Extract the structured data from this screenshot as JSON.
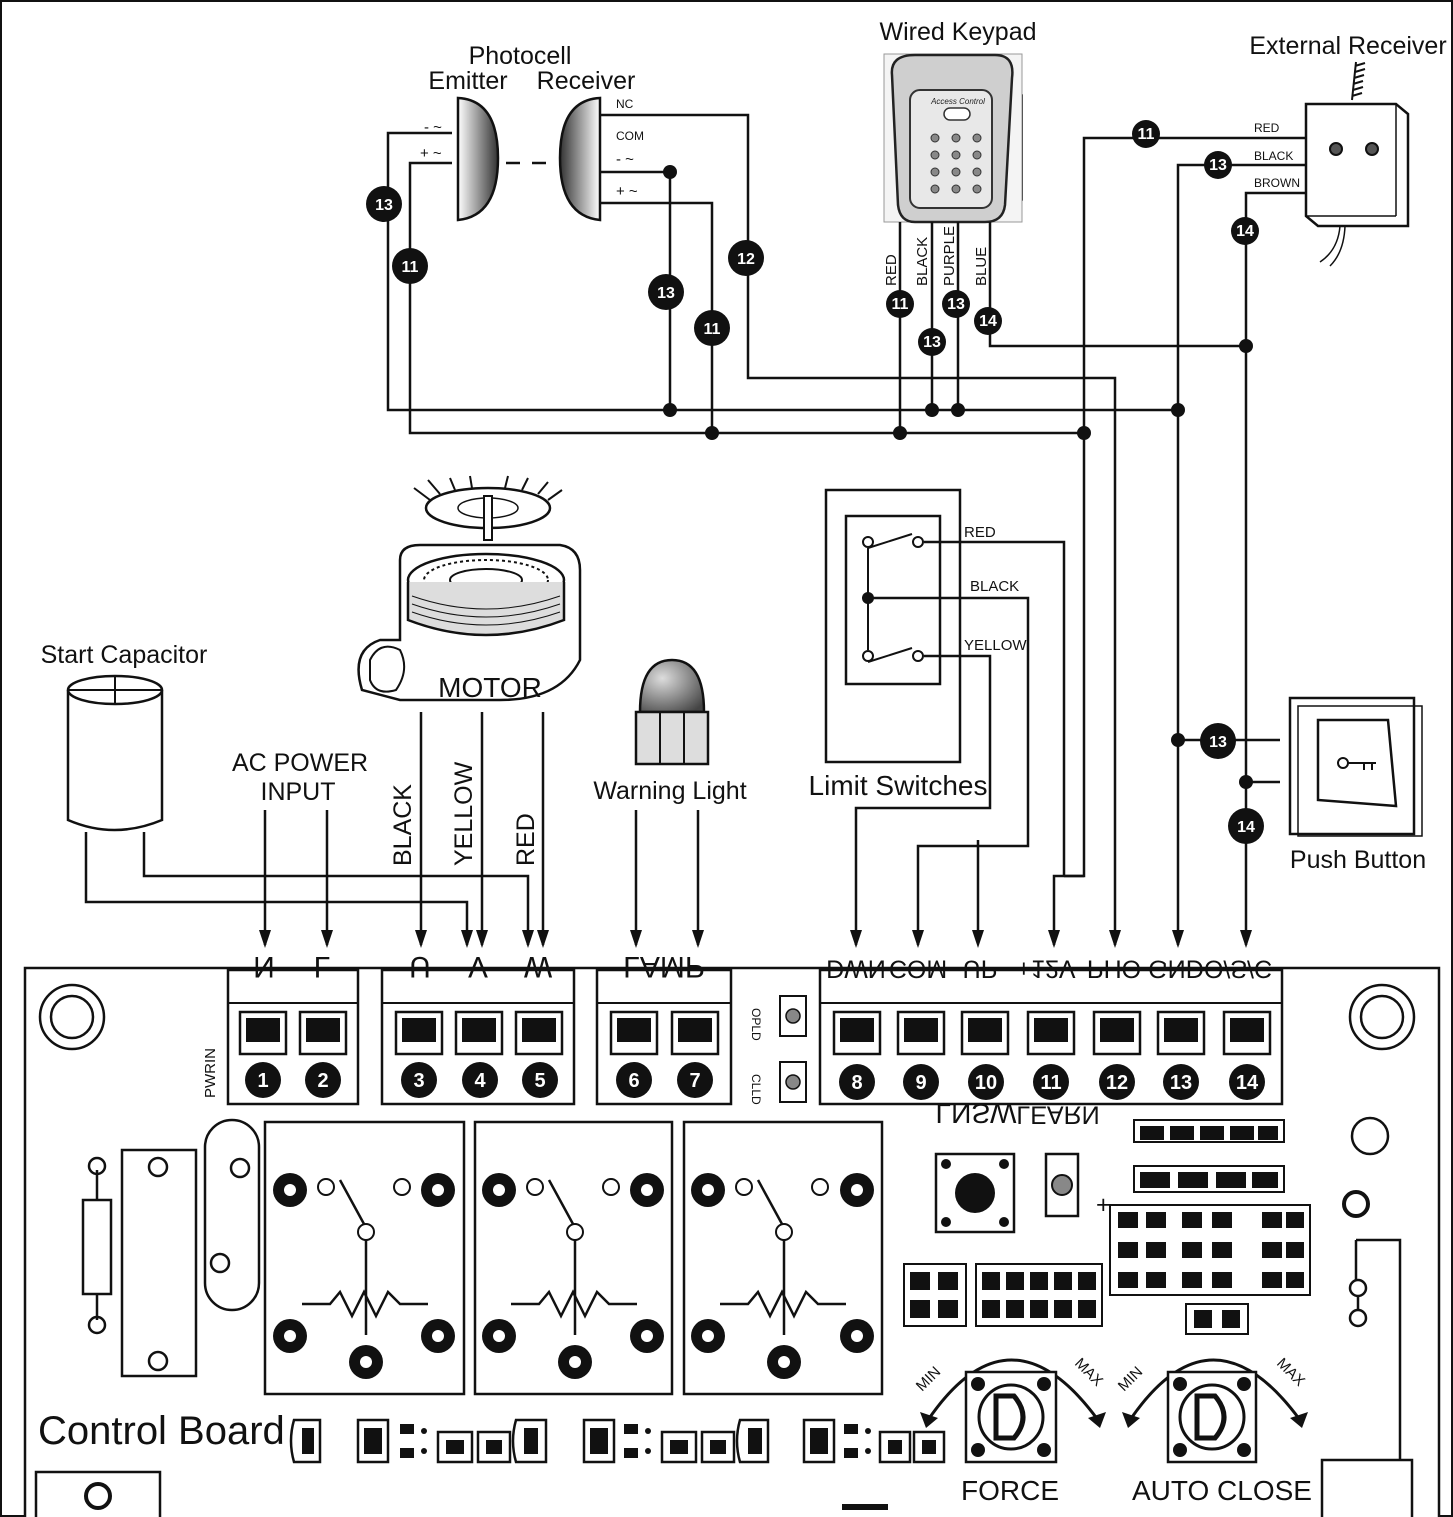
{
  "devices": {
    "photocell_title": "Photocell",
    "emitter": "Emitter",
    "receiver": "Receiver",
    "keypad": "Wired Keypad",
    "ext_receiver": "External Receiver",
    "start_capacitor": "Start Capacitor",
    "motor": "MOTOR",
    "ac_power": [
      "AC POWER",
      "INPUT"
    ],
    "warning_light": "Warning Light",
    "limit_switches": "Limit Switches",
    "push_button": "Push Button",
    "control_board": "Control Board"
  },
  "photocell_terms": {
    "emitter": [
      "- ~",
      "+ ~"
    ],
    "receiver": [
      "NC",
      "COM",
      "- ~",
      "+ ~"
    ]
  },
  "keypad_wires": [
    "RED",
    "BLACK",
    "PURPLE",
    "BLUE"
  ],
  "keypad_panel_text": "Access Control",
  "receiver_wires": [
    "RED",
    "BLACK",
    "BROWN"
  ],
  "motor_wires": [
    "BLACK",
    "YELLOW",
    "RED"
  ],
  "limit_wires": [
    "RED",
    "BLACK",
    "YELLOW"
  ],
  "wire_tags": {
    "pe13": "13",
    "pe11": "11",
    "pr13": "13",
    "pr11": "11",
    "pr12": "12",
    "k11": "11",
    "k13a": "13",
    "k13b": "13",
    "k14": "14",
    "r11": "11",
    "r13": "13",
    "r14": "14",
    "pb13": "13",
    "pb14": "14"
  },
  "board": {
    "pwrin": "PWRIN",
    "pwr_terms": [
      "N",
      "L"
    ],
    "motor_terms": [
      "U",
      "V",
      "W"
    ],
    "lamp": "LAMP",
    "opld": "OPLD",
    "clld": "CLLD",
    "ctrl_terms": [
      "DWN",
      "COM",
      "UP",
      "+12V",
      "PHO",
      "GND",
      "O/S/C"
    ],
    "terminal_numbers": [
      "1",
      "2",
      "3",
      "4",
      "5",
      "6",
      "7",
      "8",
      "9",
      "10",
      "11",
      "12",
      "13",
      "14"
    ],
    "lnsw": "LNSW",
    "learn": "LEARN",
    "min": "MIN",
    "max": "MAX",
    "force": "FORCE",
    "auto_close": "AUTO CLOSE",
    "plus": "+"
  }
}
